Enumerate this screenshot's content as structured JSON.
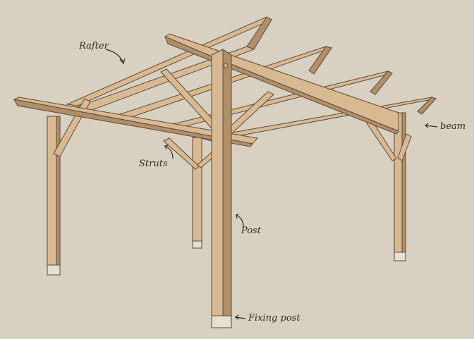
{
  "diagram": {
    "subject": "pergola",
    "labels": {
      "rafter": "Rafter",
      "struts": "Struts",
      "post": "Post",
      "fixing_post": "Fixing post",
      "beam": "beam"
    }
  },
  "colors": {
    "background": "#d8d1c2",
    "wood": "#d9b992",
    "wood_shadow": "#b08f69",
    "outline": "#5b4a37"
  }
}
